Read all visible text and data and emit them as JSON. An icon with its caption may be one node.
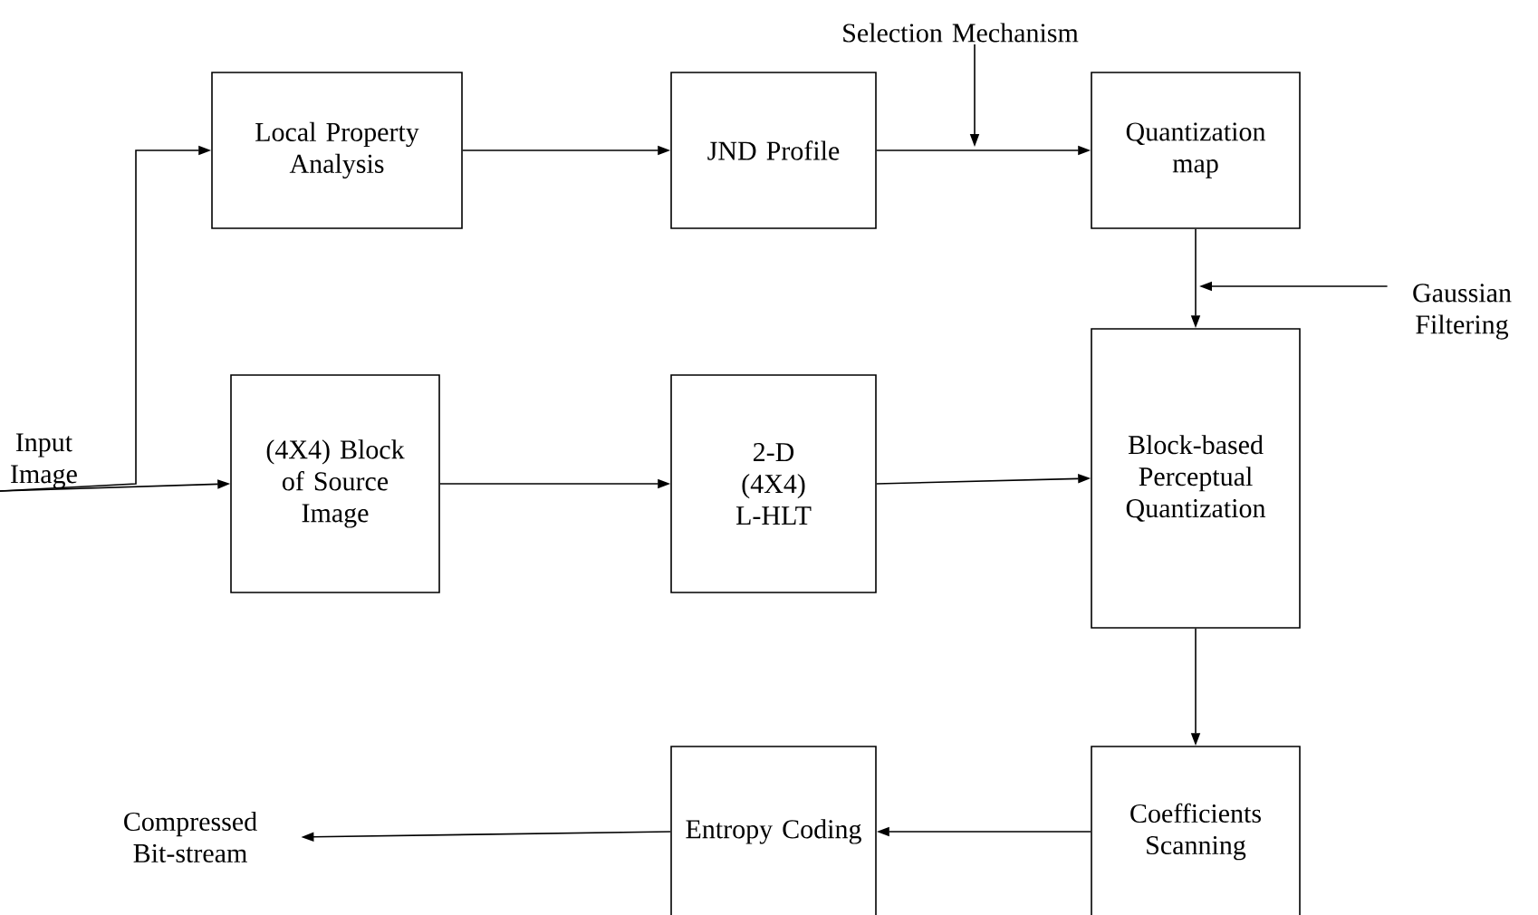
{
  "diagram": {
    "nodes": [
      {
        "text": [
          "Local Property Analysis"
        ]
      },
      {
        "text": [
          "JND Profile"
        ]
      },
      {
        "text": [
          "Quantization map"
        ]
      },
      {
        "text": [
          "(4X4) Block of Source Image"
        ]
      },
      {
        "text": [
          "2-D (4X4) L-HLT"
        ]
      },
      {
        "text": [
          "Block-based Perceptual Quantization"
        ]
      },
      {
        "text": [
          "Coefficients Scanning"
        ]
      },
      {
        "text": [
          "Entropy Coding"
        ]
      },
      {
        "text": [
          "Input Image"
        ]
      },
      {
        "text": [
          "Selection Mechanism"
        ]
      },
      {
        "text": [
          "Gaussian Filtering"
        ]
      },
      {
        "text": [
          "Compressed Bit-stream"
        ]
      }
    ],
    "edges": [
      {
        "from": 8,
        "to": 3,
        "arrow": "to"
      },
      {
        "from": 8,
        "to": 0,
        "arrow": "to"
      },
      {
        "from": 0,
        "to": 1,
        "arrow": "to"
      },
      {
        "from": 1,
        "to": 2,
        "arrow": "to"
      },
      {
        "from": 9,
        "to": null,
        "arrow": "to"
      },
      {
        "from": 10,
        "to": null,
        "arrow": "to"
      },
      {
        "from": 2,
        "to": 5,
        "arrow": "to"
      },
      {
        "from": 3,
        "to": 4,
        "arrow": "to"
      },
      {
        "from": 4,
        "to": 5,
        "arrow": "to"
      },
      {
        "from": 5,
        "to": 6,
        "arrow": "to"
      },
      {
        "from": 6,
        "to": 7,
        "arrow": "to"
      },
      {
        "from": 7,
        "to": 11,
        "arrow": "to"
      }
    ]
  }
}
